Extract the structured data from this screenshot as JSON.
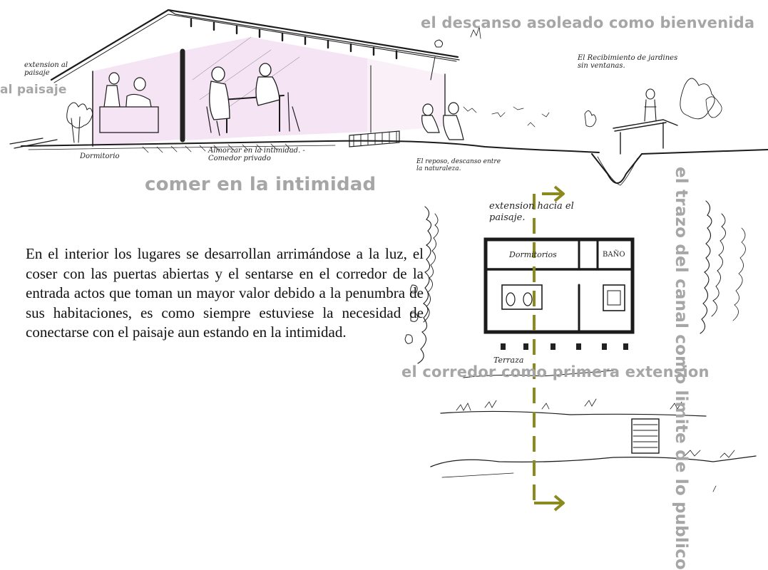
{
  "captions": {
    "paisaje": "al paisaje",
    "descanso": "el descanso asoleado como bienvenida",
    "comer": "comer en la intimidad",
    "corredor": "el corredor como primera extension",
    "canal": "el trazo del canal como limite de lo publico"
  },
  "handwriting": {
    "extension_paisaje": "extension al paisaje",
    "dormitorio": "Dormitorio",
    "almorzar": "Almorzar en la intimidad. - Comedor privado",
    "reposo": "El reposo, descanso entre la naturaleza.",
    "recibimiento": "El Recibimiento de jardines sin ventanas.",
    "extension_plan": "extension hacia el paisaje.",
    "dormitorios": "Dormitorios",
    "bano": "BAÑO",
    "terraza": "Terraza"
  },
  "paragraph": "En el interior los lugares se desarrollan arrimándose a la luz, el coser con las puertas abiertas y el sentarse en el corredor de la entrada actos que toman un mayor valor debido a la penumbra de sus habitaciones, es como siempre estuviese la necesidad de conectarse con el paisaje aun estando en la intimidad.",
  "colors": {
    "caption_gray": "#a6a6a6",
    "wall_fill": "#f5e4f4",
    "arrow_olive": "#8b8a1e"
  }
}
